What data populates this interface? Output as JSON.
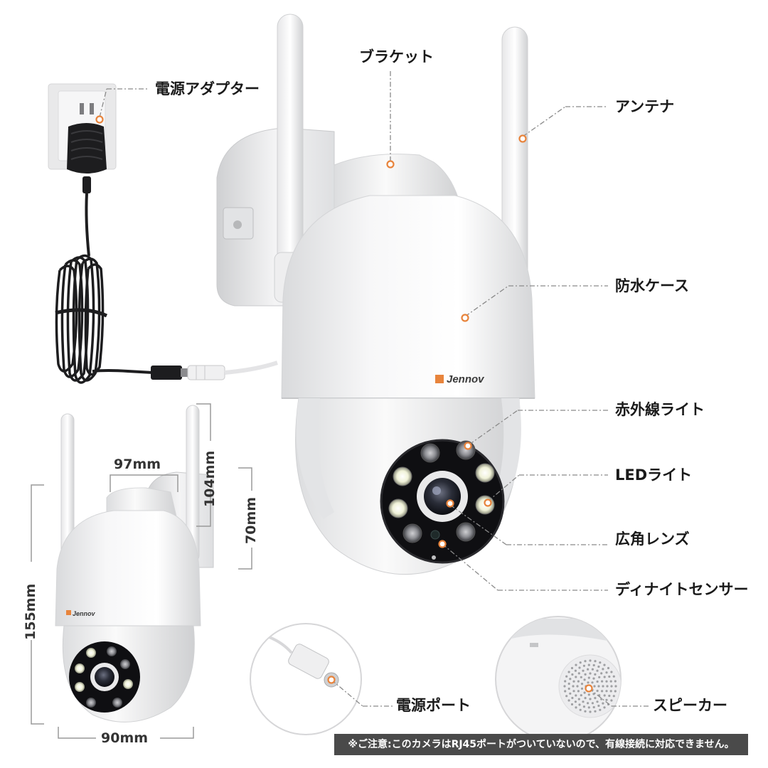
{
  "brand": "Jennov",
  "labels": {
    "power_adapter": "電源アダプター",
    "bracket": "ブラケット",
    "antenna": "アンテナ",
    "waterproof_case": "防水ケース",
    "infrared_light": "赤外線ライト",
    "led_light": "LEDライト",
    "wide_angle_lens": "広角レンズ",
    "day_night_sensor": "ディナイトセンサー",
    "power_port": "電源ポート",
    "speaker": "スピーカー"
  },
  "dimensions": {
    "width_top": "97mm",
    "bracket_height": "104mm",
    "bracket_depth": "70mm",
    "total_height": "155mm",
    "width_bottom": "90mm"
  },
  "notice": "※ご注意:このカメラはRJ45ポートがついていないので、有線接続に対応できません。",
  "colors": {
    "accent": "#e8843c",
    "leader": "#8a8a8a",
    "notice_bg": "#4a4a4a"
  }
}
